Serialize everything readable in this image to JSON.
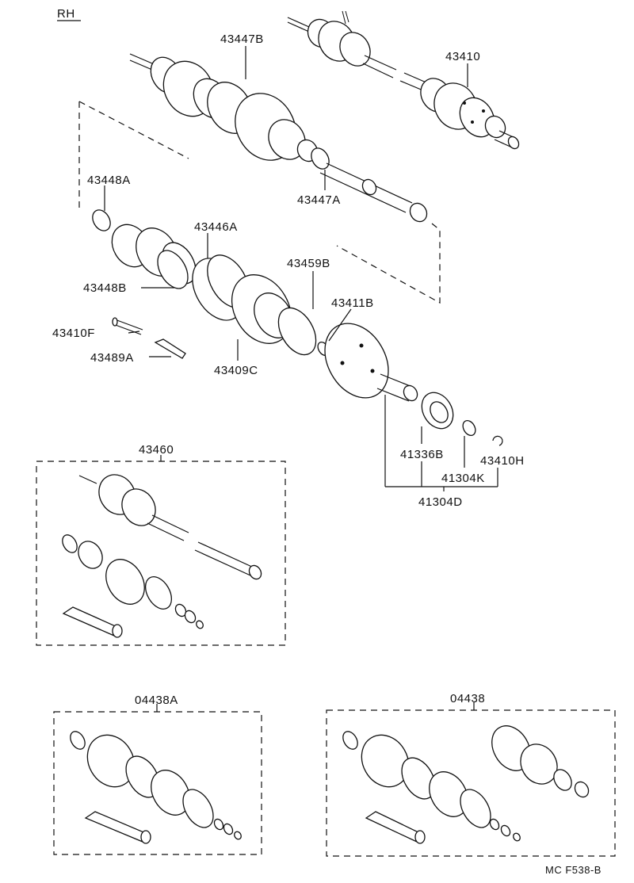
{
  "side_label": "RH",
  "drawing_code": "MC F538-B",
  "parts": {
    "p43447B": "43447B",
    "p43410": "43410",
    "p43448A": "43448A",
    "p43447A": "43447A",
    "p43446A": "43446A",
    "p43459B": "43459B",
    "p43448B": "43448B",
    "p43411B": "43411B",
    "p43410F": "43410F",
    "p43489A": "43489A",
    "p43409C": "43409C",
    "p43460": "43460",
    "p41336B": "41336B",
    "p43410H": "43410H",
    "p41304K": "41304K",
    "p41304D": "41304D",
    "p04438A": "04438A",
    "p04438": "04438"
  }
}
